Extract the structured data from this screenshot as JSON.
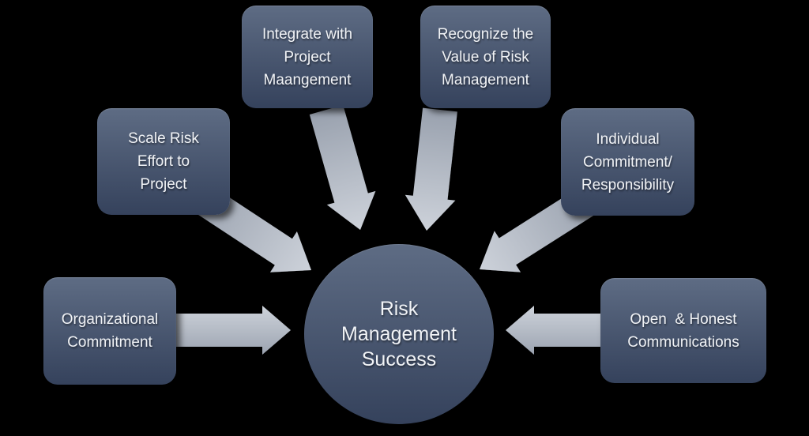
{
  "center": {
    "label": "Risk\nManagement\nSuccess"
  },
  "boxes": [
    {
      "id": "scale-risk-effort",
      "label": "Scale Risk\nEffort to\nProject"
    },
    {
      "id": "integrate-project-management",
      "label": "Integrate with\nProject\nMaangement"
    },
    {
      "id": "recognize-value-risk",
      "label": "Recognize the\nValue of Risk\nManagement"
    },
    {
      "id": "individual-commitment",
      "label": "Individual\nCommitment/\nResponsibility"
    },
    {
      "id": "organizational-commitment",
      "label": "Organizational\nCommitment"
    },
    {
      "id": "open-honest-communications",
      "label": "Open  & Honest\nCommunications"
    }
  ],
  "palette": {
    "background": "#000000",
    "shape_gradient_top": "#5e6c84",
    "shape_gradient_bottom": "#35425c",
    "arrow_light": "#cdd2da",
    "arrow_dark": "#99a1ae",
    "text_color": "#f1f3f6"
  }
}
